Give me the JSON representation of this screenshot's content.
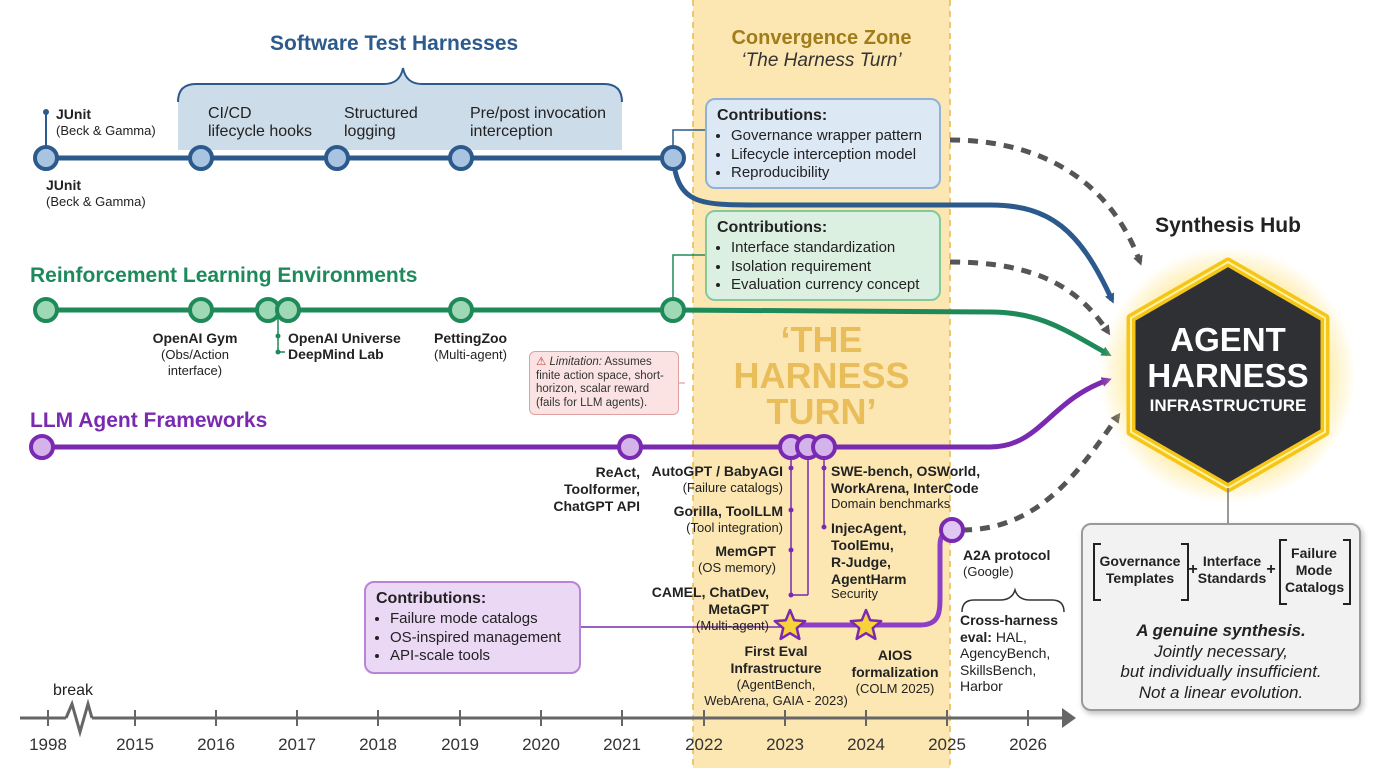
{
  "sections": {
    "software": {
      "title": "Software Test Harnesses",
      "color": "#2c5a8c"
    },
    "rl": {
      "title": "Reinforcement Learning Environments",
      "color": "#1e8a5a"
    },
    "llm": {
      "title": "LLM Agent Frameworks",
      "color": "#7a2ab0"
    }
  },
  "software_events": {
    "junit_top_name": "JUnit",
    "junit_top_sub": "(Beck & Gamma)",
    "junit_bottom_name": "JUnit",
    "junit_bottom_sub": "(Beck & Gamma)",
    "cicd": "CI/CD\nlifecycle hooks",
    "logging": "Structured\nlogging",
    "prepost": "Pre/post invocation\ninterception"
  },
  "rl_events": {
    "gym_name": "OpenAI Gym",
    "gym_sub": "(Obs/Action\ninterface)",
    "universe": "OpenAI Universe",
    "deepmind": "DeepMind Lab",
    "petting_name": "PettingZoo",
    "petting_sub": "(Multi-agent)",
    "limitation_label": "Limitation:",
    "limitation_text": "Assumes\nfinite action space, short-\nhorizon, scalar reward\n(fails for LLM agents)."
  },
  "llm_events": {
    "react": "ReAct,\nToolformer,\nChatGPT API",
    "autogpt_name": "AutoGPT / BabyAGI",
    "autogpt_sub": "(Failure catalogs)",
    "gorilla_name": "Gorilla, ToolLLM",
    "gorilla_sub": "(Tool integration)",
    "memgpt_name": "MemGPT",
    "memgpt_sub": "(OS memory)",
    "camel_name": "CAMEL, ChatDev,\nMetaGPT",
    "camel_sub": "(Multi-agent)",
    "swebench_name": "SWE-bench, OSWorld,\nWorkArena, InterCode",
    "swebench_sub": "Domain benchmarks",
    "injec_name": "InjecAgent,\nToolEmu,\nR-Judge,\nAgentHarm",
    "injec_sub": "Security",
    "firsteval_name": "First Eval\nInfrastructure",
    "firsteval_sub": "(AgentBench,\nWebArena, GAIA - 2023)",
    "aios_name": "AIOS\nformalization",
    "aios_sub": "(COLM 2025)",
    "a2a_name": "A2A protocol",
    "a2a_sub": "(Google)",
    "crossharness_bold": "Cross-harness\neval:",
    "crossharness_text": "HAL,\nAgencyBench,\nSkillsBench,\nHarbor"
  },
  "convergence": {
    "title": "Convergence Zone",
    "subtitle": "‘The Harness Turn’",
    "big_text": "‘THE\nHARNESS\nTURN’"
  },
  "boxes": {
    "software_contrib": {
      "header": "Contributions:",
      "items": [
        "Governance wrapper pattern",
        "Lifecycle interception model",
        "Reproducibility"
      ]
    },
    "rl_contrib": {
      "header": "Contributions:",
      "items": [
        "Interface standardization",
        "Isolation requirement",
        "Evaluation currency concept"
      ]
    },
    "llm_contrib": {
      "header": "Contributions:",
      "items": [
        "Failure mode catalogs",
        "OS-inspired management",
        "API-scale tools"
      ]
    }
  },
  "hub": {
    "title": "Synthesis Hub",
    "line1": "AGENT",
    "line2": "HARNESS",
    "line3": "INFRASTRUCTURE"
  },
  "synthesis": {
    "term1": "Governance\nTemplates",
    "plus1": "+",
    "term2": "Interface\nStandards",
    "plus2": "+",
    "term3": "Failure\nMode\nCatalogs",
    "bold_line": "A genuine synthesis.",
    "line2": "Jointly necessary,",
    "line3": "but individually insufficient.",
    "line4": "Not a linear evolution."
  },
  "axis": {
    "break_label": "break",
    "years": [
      "1998",
      "2015",
      "2016",
      "2017",
      "2018",
      "2019",
      "2020",
      "2021",
      "2022",
      "2023",
      "2024",
      "2025",
      "2026"
    ]
  },
  "colors": {
    "software": "#2c5a8c",
    "rl": "#1e8a5a",
    "llm": "#7a2ab0",
    "convergence_bg": "#fbe3a6",
    "hub_glow": "#f5c518",
    "hub_body": "#2e3033",
    "gold": "#a07c1a"
  }
}
